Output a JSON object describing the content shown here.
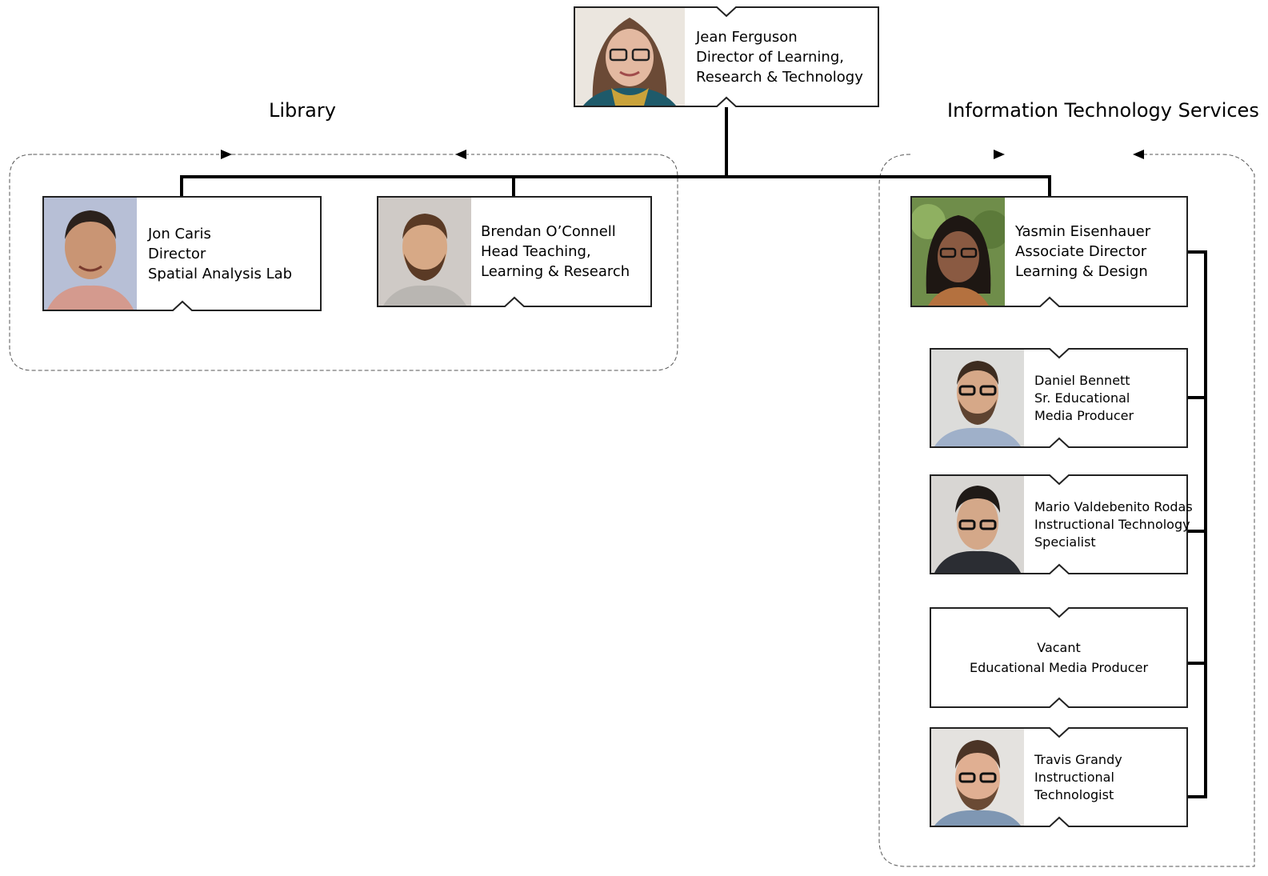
{
  "sections": {
    "library_title": "Library",
    "its_title": "Information Technology Services"
  },
  "director": {
    "name": "Jean Ferguson",
    "title_line1": "Director of Learning,",
    "title_line2": "Research & Technology"
  },
  "library_staff": [
    {
      "name": "Jon Caris",
      "title_line1": "Director",
      "title_line2": "Spatial Analysis Lab"
    },
    {
      "name": "Brendan O’Connell",
      "title_line1": "Head Teaching,",
      "title_line2": "Learning & Research"
    }
  ],
  "its_lead": {
    "name": "Yasmin Eisenhauer",
    "title_line1": "Associate Director",
    "title_line2": "Learning & Design"
  },
  "its_staff": [
    {
      "name": "Daniel Bennett",
      "title_line1": "Sr. Educational",
      "title_line2": "Media Producer"
    },
    {
      "name": "Mario Valdebenito Rodas",
      "title_line1": "Instructional Technology",
      "title_line2": "Specialist"
    },
    {
      "name": "Vacant",
      "title_line1": "Educational Media Producer"
    },
    {
      "name": "Travis Grandy",
      "title_line1": "Instructional",
      "title_line2": "Technologist"
    }
  ],
  "colors": {
    "line": "#000000",
    "card_border": "#222222",
    "dashed_border": "#555555"
  }
}
